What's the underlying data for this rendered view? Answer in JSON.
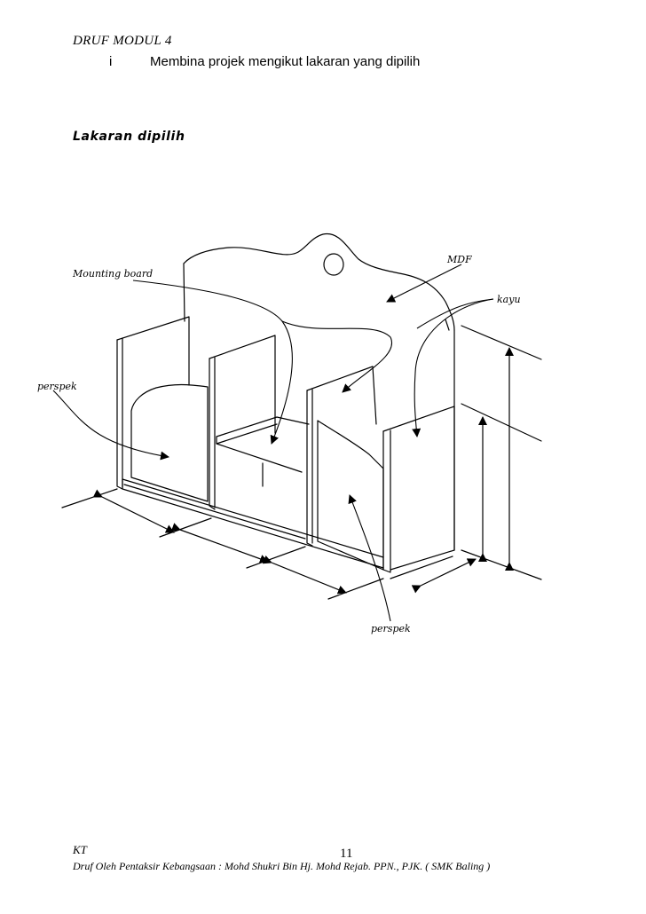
{
  "header": {
    "title": "DRUF MODUL 4",
    "item_number": "i",
    "item_text": "Membina projek mengikut lakaran yang dipilih"
  },
  "section": {
    "title": "Lakaran dipilih"
  },
  "sketch": {
    "labels": {
      "mdf": "MDF",
      "mounting_board": "Mounting board",
      "kayu": "kayu",
      "perspek_left": "perspek",
      "perspek_bottom": "perspek"
    }
  },
  "footer": {
    "left": "KT",
    "page": "11",
    "credit": "Druf Oleh Pentaksir Kebangsaan : Mohd Shukri Bin Hj. Mohd Rejab. PPN., PJK. ( SMK Baling )"
  }
}
